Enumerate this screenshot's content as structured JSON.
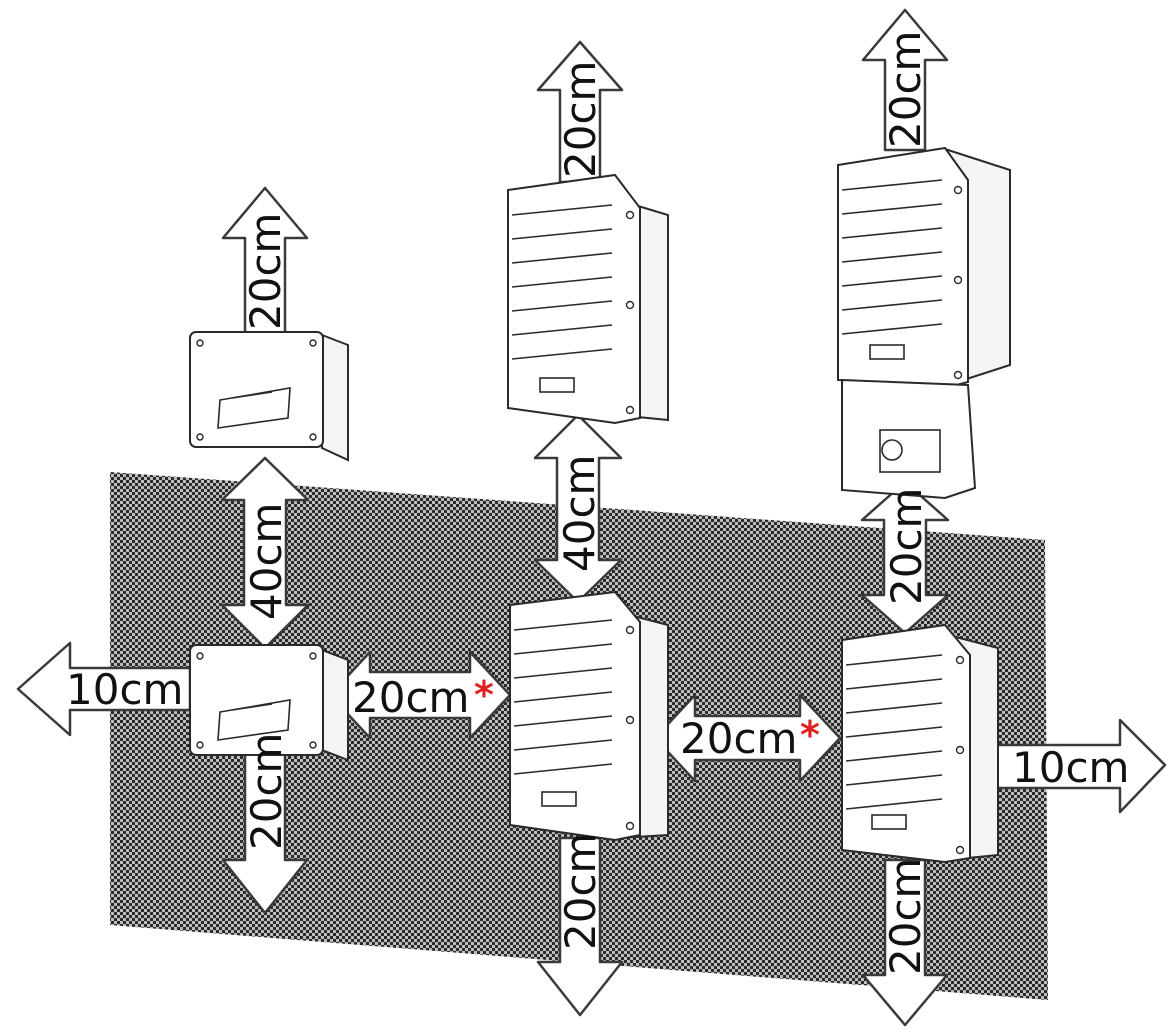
{
  "diagram": {
    "labels": {
      "top_small": "20cm",
      "top_mid": "20cm",
      "top_right": "20cm",
      "vert_small": "40cm",
      "vert_mid": "40cm",
      "vert_right": "20cm",
      "left_side": "10cm",
      "gap_left": "20cm",
      "gap_right": "20cm",
      "right_side": "10cm",
      "bottom_small": "20cm",
      "bottom_mid": "20cm",
      "bottom_right": "20cm"
    },
    "asterisk": "*",
    "colors": {
      "wall_dark": "#2b2b2b",
      "wall_light": "#bdbdbd",
      "asterisk": "#e02020"
    }
  }
}
